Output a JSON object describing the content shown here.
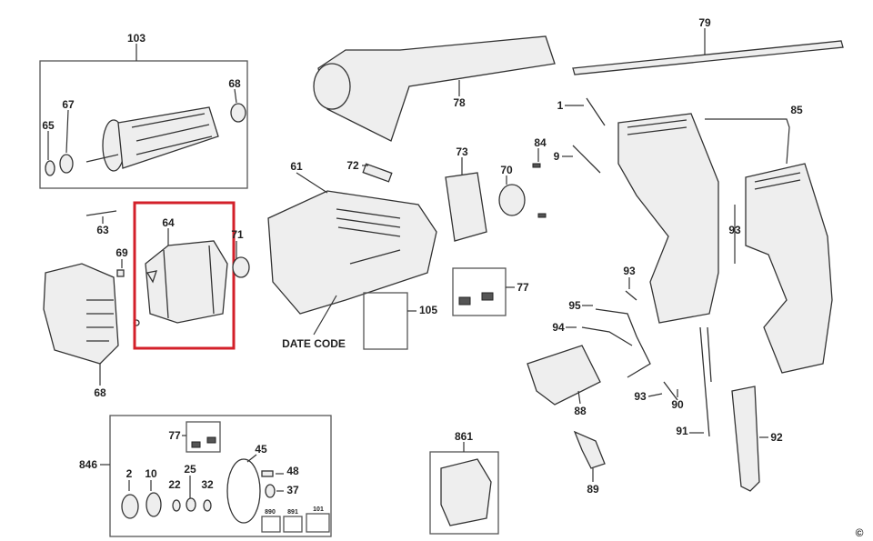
{
  "title": "Exploded parts diagram - rotary hammer",
  "highlight_color": "#d3202a",
  "highlighted_part": "64",
  "labels": {
    "l103": "103",
    "l68a": "68",
    "l67": "67",
    "l65": "65",
    "l64": "64",
    "l71": "71",
    "l63": "63",
    "l69": "69",
    "l68b": "68",
    "l61": "61",
    "l72": "72",
    "l73": "73",
    "l70": "70",
    "l78": "78",
    "l79": "79",
    "l1": "1",
    "l84": "84",
    "l9": "9",
    "l85": "85",
    "l93a": "93",
    "l93b": "93",
    "l93c": "93",
    "l77a": "77",
    "l105": "105",
    "date_code": "DATE CODE",
    "l95": "95",
    "l94": "94",
    "l88": "88",
    "l90": "90",
    "l91": "91",
    "l92": "92",
    "l89": "89",
    "l861": "861",
    "l846": "846",
    "l77b": "77",
    "l45": "45",
    "l48": "48",
    "l37": "37",
    "l2": "2",
    "l10": "10",
    "l22": "22",
    "l25": "25",
    "l32": "32",
    "l890": "890",
    "l891": "891",
    "l101": "101",
    "copyright": "©"
  }
}
